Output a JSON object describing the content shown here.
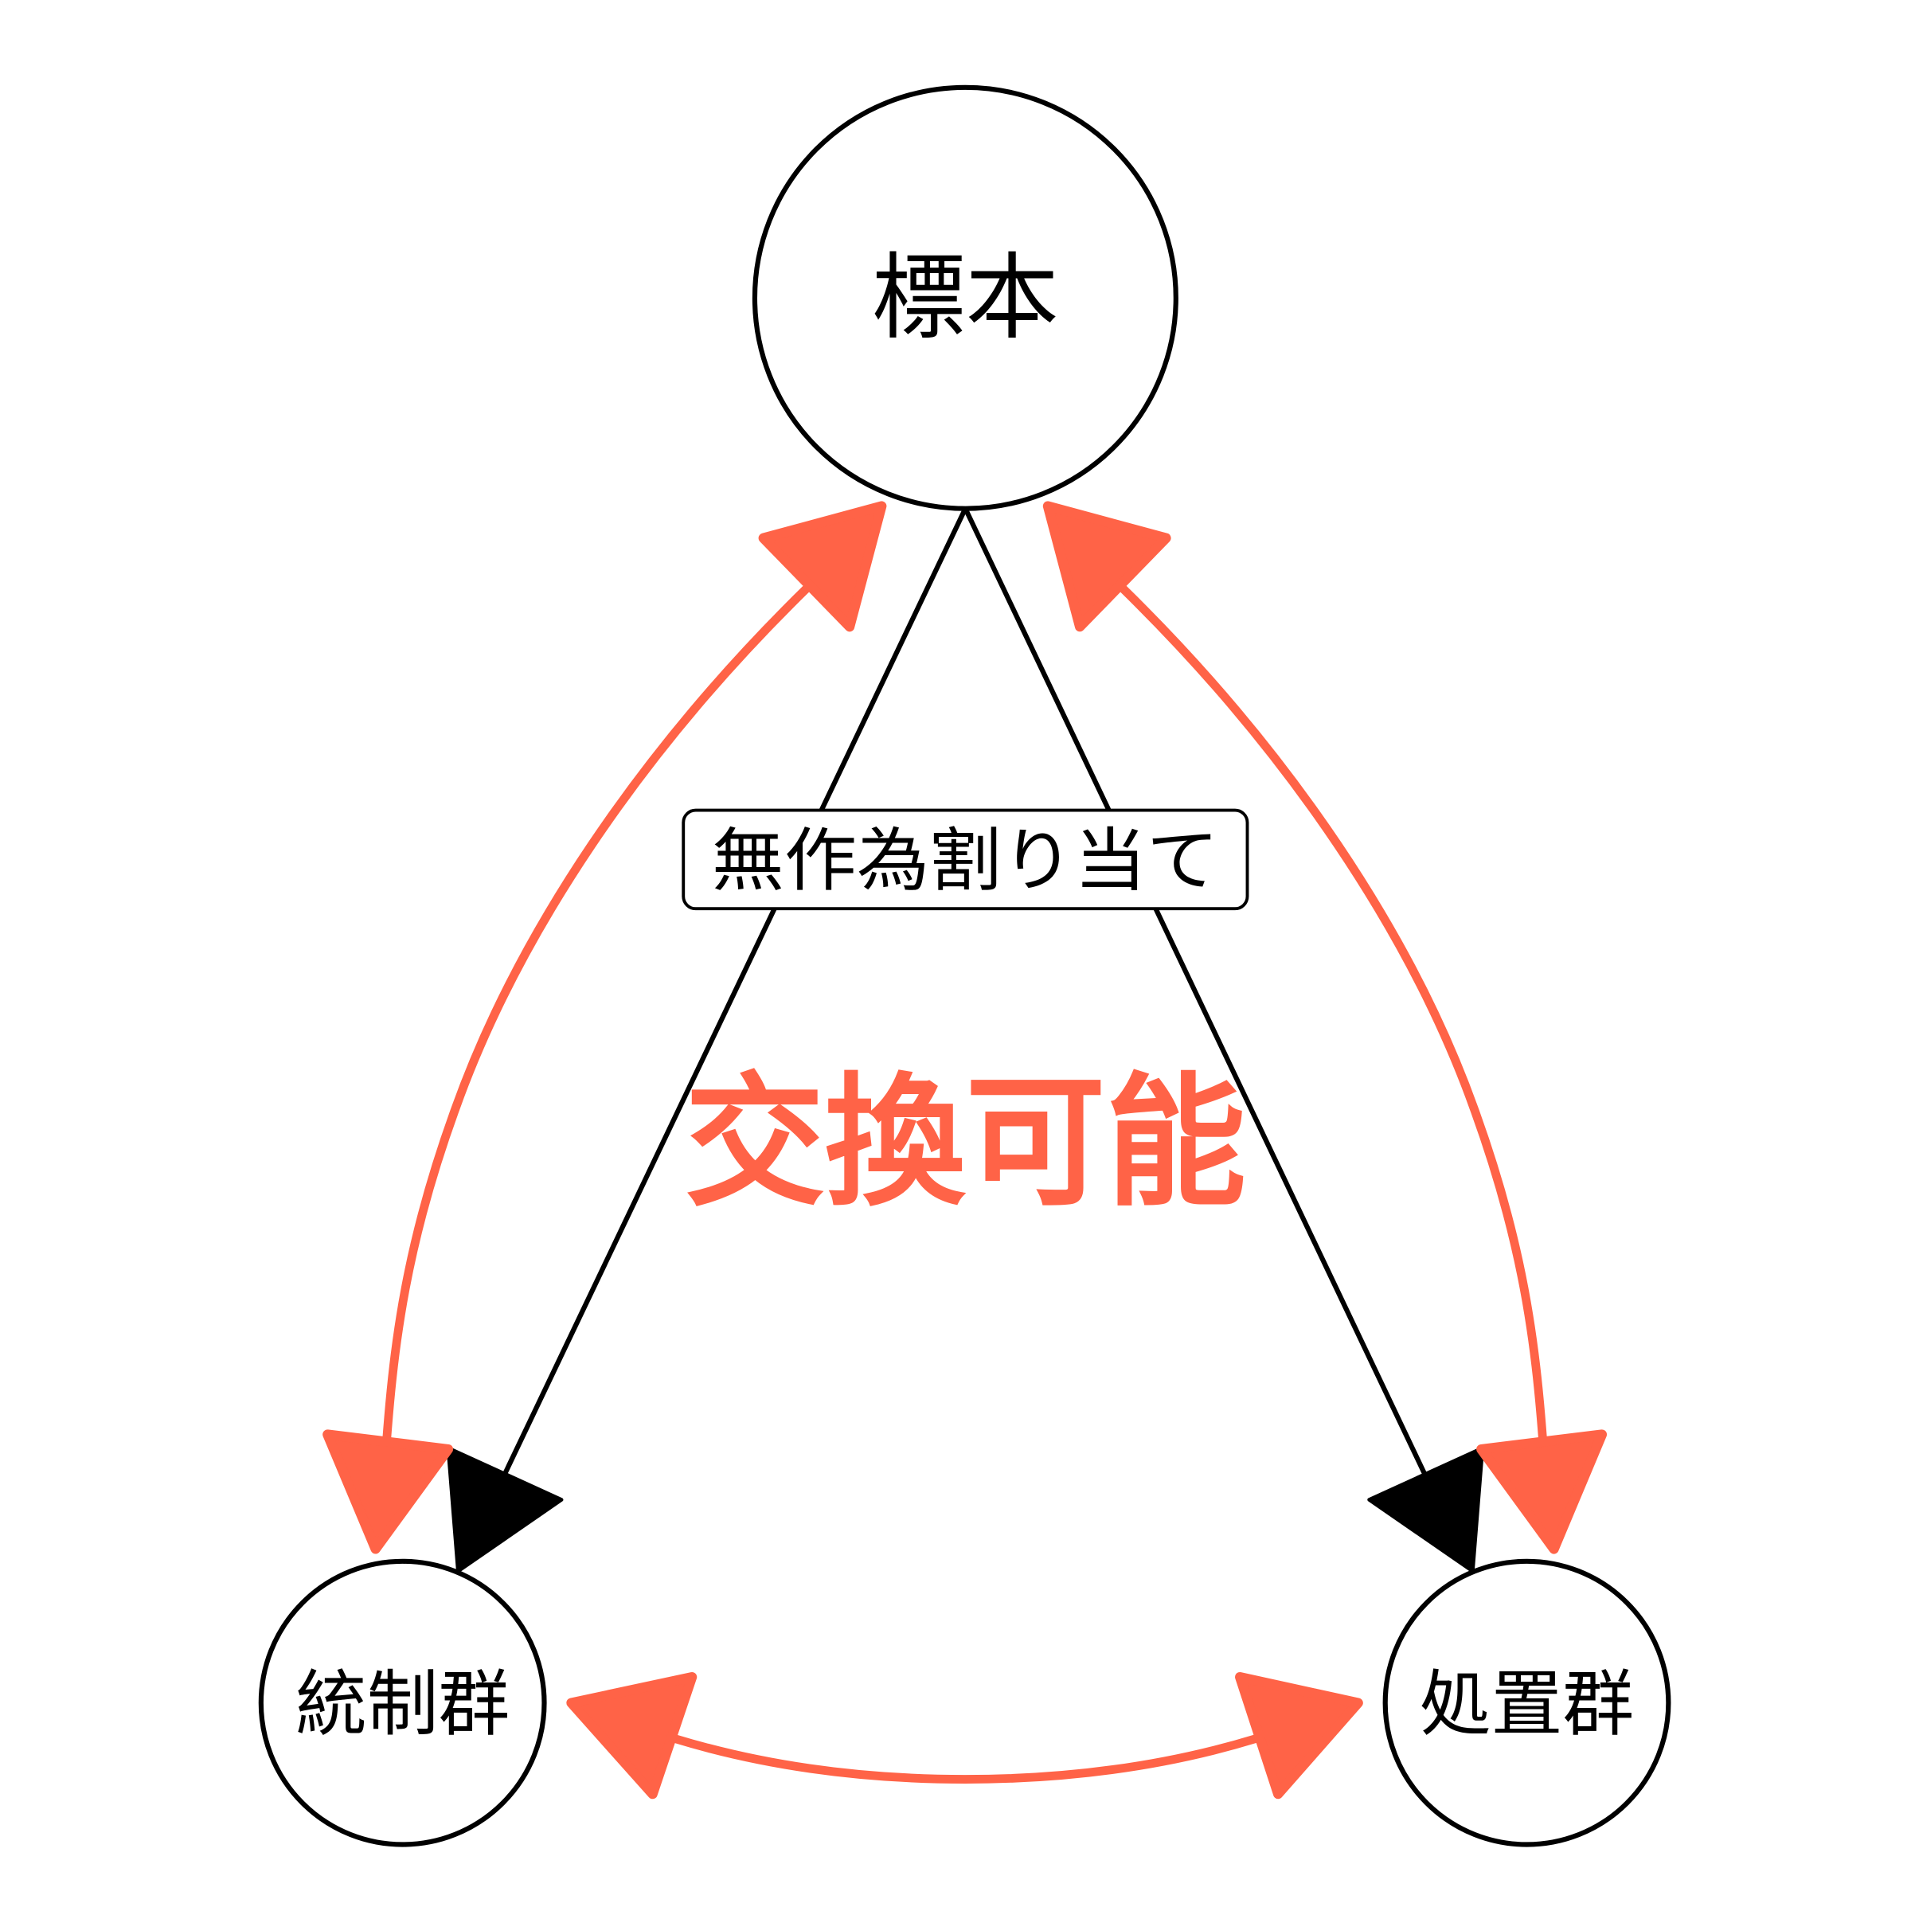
{
  "nodes": {
    "sample": "標本",
    "control": "統制群",
    "treatment": "処置群"
  },
  "edge_label": "無作為割り当て",
  "annotation": "交換可能",
  "colors": {
    "accent": "#FF6347",
    "line": "#000000"
  }
}
